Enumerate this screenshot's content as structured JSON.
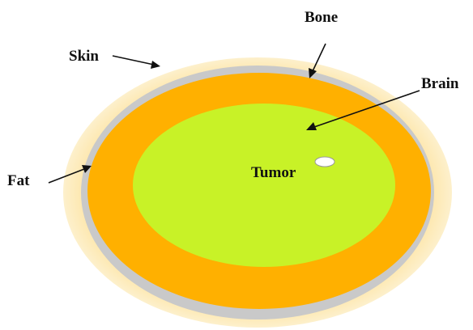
{
  "diagram": {
    "labels": {
      "bone": "Bone",
      "skin": "Skin",
      "brain": "Brain",
      "fat": "Fat",
      "tumor": "Tumor"
    },
    "colors": {
      "fat": "#fde7a6",
      "skin": "#c9c9c9",
      "bone": "#ffb000",
      "brain": "#c8f227",
      "tumor": "#ffffff",
      "tumor_stroke": "#999999",
      "arrow": "#111111"
    }
  }
}
